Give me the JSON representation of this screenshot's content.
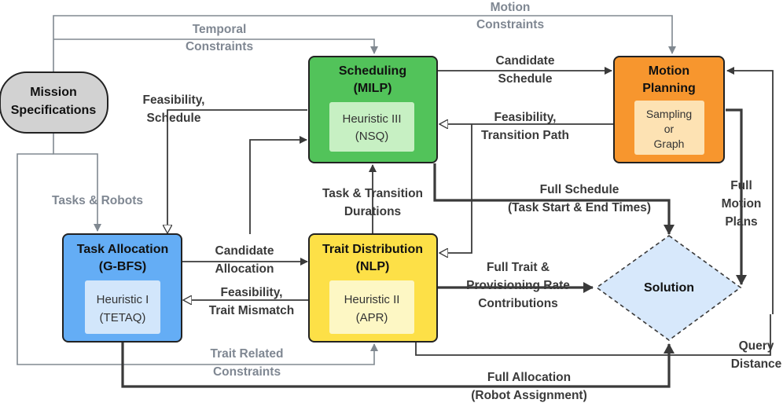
{
  "nodes": {
    "mission": {
      "line1": "Mission",
      "line2": "Specifications"
    },
    "scheduling": {
      "title1": "Scheduling",
      "title2": "(MILP)",
      "inner1": "Heuristic III",
      "inner2": "(NSQ)"
    },
    "motion": {
      "title1": "Motion",
      "title2": "Planning",
      "inner1": "Sampling",
      "inner2": "or",
      "inner3": "Graph"
    },
    "task_allocation": {
      "title1": "Task Allocation",
      "title2": "(G-BFS)",
      "inner1": "Heuristic I",
      "inner2": "(TETAQ)"
    },
    "trait_distribution": {
      "title1": "Trait Distribution",
      "title2": "(NLP)",
      "inner1": "Heuristic II",
      "inner2": "(APR)"
    },
    "solution": {
      "label": "Solution"
    }
  },
  "edges": {
    "motion_constraints": [
      "Motion",
      "Constraints"
    ],
    "temporal_constraints": [
      "Temporal",
      "Constraints"
    ],
    "candidate_schedule": [
      "Candidate",
      "Schedule"
    ],
    "feasibility_schedule": [
      "Feasibility,",
      "Schedule"
    ],
    "feasibility_transition": [
      "Feasibility,",
      "Transition Path"
    ],
    "tasks_robots": "Tasks & Robots",
    "task_transition": [
      "Task & Transition",
      "Durations"
    ],
    "full_schedule": [
      "Full Schedule",
      "(Task Start & End Times)"
    ],
    "full_motion_plans": [
      "Full",
      "Motion",
      "Plans"
    ],
    "candidate_allocation": [
      "Candidate",
      "Allocation"
    ],
    "feasibility_trait": [
      "Feasibility,",
      "Trait Mismatch"
    ],
    "full_trait": [
      "Full Trait &",
      "Provisioning Rate",
      "Contributions"
    ],
    "trait_related": [
      "Trait Related",
      "Constraints"
    ],
    "query_distance": [
      "Query",
      "Distance"
    ],
    "full_allocation": [
      "Full Allocation",
      "(Robot Assignment)"
    ]
  },
  "colors": {
    "scheduling": "#52c35a",
    "scheduling_inner": "#c7f0c3",
    "motion": "#f7962e",
    "motion_inner": "#fde2b3",
    "task_allocation": "#64adf5",
    "task_allocation_inner": "#d2e6fb",
    "trait_distribution": "#fde047",
    "trait_distribution_inner": "#fdf7c4",
    "solution": "#d7e8fb",
    "mission": "#d2d2d2"
  }
}
